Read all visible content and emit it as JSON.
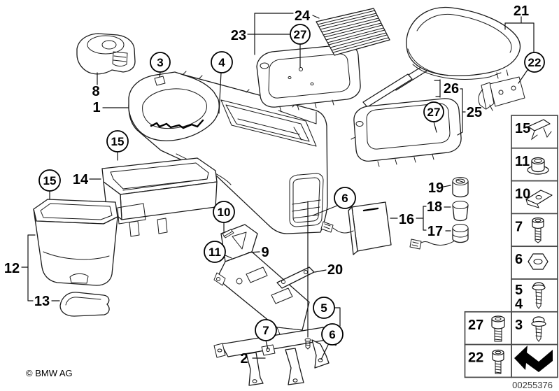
{
  "callouts": {
    "plain": {
      "p1": "1",
      "p2": "2",
      "p8": "8",
      "p9": "9",
      "p12": "12",
      "p13": "13",
      "p14": "14",
      "p16": "16",
      "p17": "17",
      "p18": "18",
      "p19": "19",
      "p20": "20",
      "p21": "21",
      "p23": "23",
      "p24": "24",
      "p25": "25",
      "p26": "26"
    },
    "circled": {
      "c3": "3",
      "c4": "4",
      "c5": "5",
      "c6a": "6",
      "c6b": "6",
      "c7": "7",
      "c10": "10",
      "c11": "11",
      "c15a": "15",
      "c15b": "15",
      "c22": "22",
      "c27a": "27",
      "c27b": "27"
    }
  },
  "sidebar": {
    "rows": [
      {
        "label": "15",
        "glyph": "clip-icon"
      },
      {
        "label": "11",
        "glyph": "flange-nut-icon"
      },
      {
        "label": "10",
        "glyph": "speed-nut-icon"
      },
      {
        "label": "7",
        "glyph": "machine-screw-icon"
      },
      {
        "label": "6",
        "glyph": "hex-nut-icon"
      },
      {
        "label": "5",
        "label2": "4",
        "glyph": "tapping-screw-icon"
      },
      {
        "label": "3",
        "glyph": "washer-screw-icon"
      },
      {
        "glyph": "direction-arrow-icon"
      }
    ],
    "left_rows": [
      {
        "label": "27",
        "glyph": "cap-screw-icon"
      },
      {
        "label": "22",
        "glyph": "cap-screw-icon"
      }
    ]
  },
  "footer": {
    "copyright": "© BMW AG",
    "document_number": "00255376"
  }
}
